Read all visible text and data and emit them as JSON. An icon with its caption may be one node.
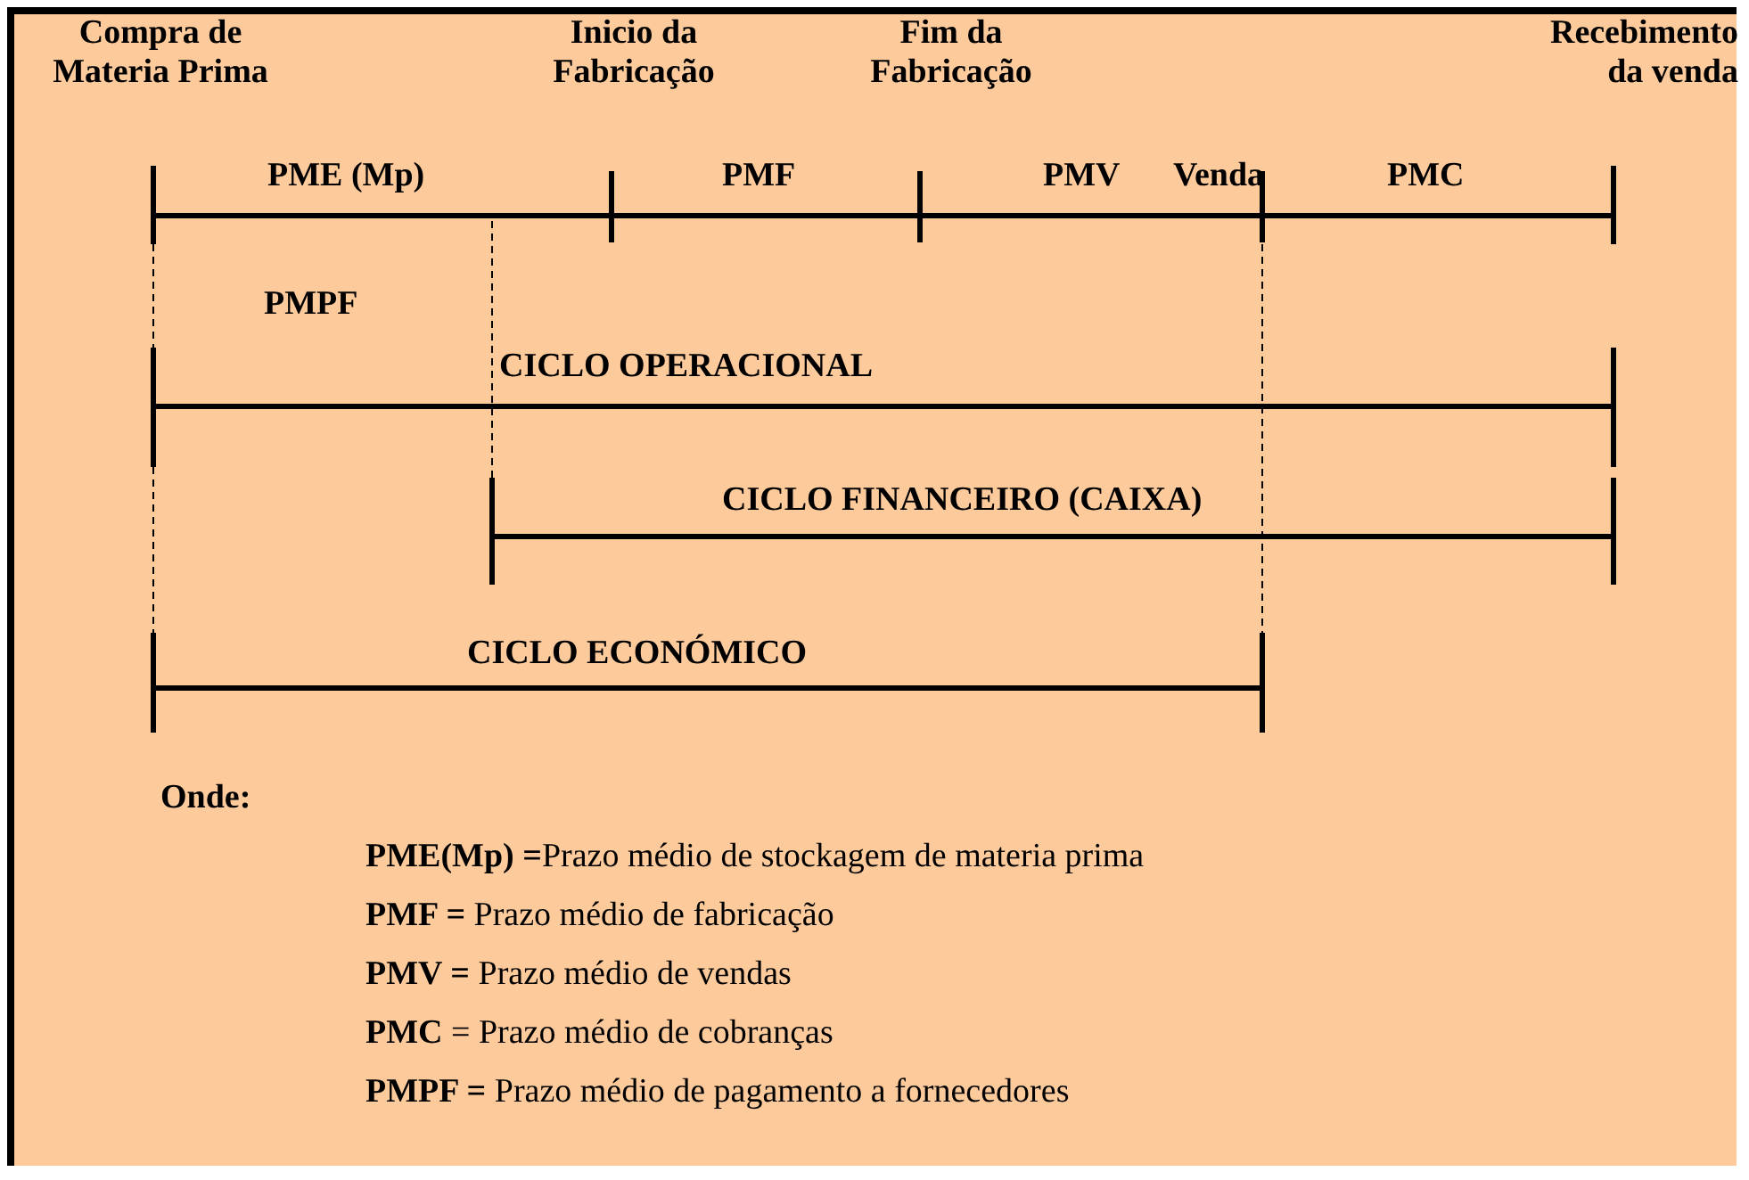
{
  "diagram": {
    "labels": [
      "Compra de Materia Prima",
      "Inicio da Fabricação",
      "Fim da Fabricação",
      "Venda",
      "Recebimento da venda",
      "PME (Mp)",
      "PMF",
      "PMV",
      "PMC",
      "PMPF",
      "CICLO OPERACIONAL",
      "CICLO FINANCEIRO (CAIXA)",
      "CICLO ECONÓMICO",
      "Onde:",
      "**PME(Mp) =**Prazo médio de stockagem de materia prima",
      "**PMF =** Prazo médio de fabricação",
      "**PMV =** Prazo médio de vendas",
      "**PMC** = Prazo médio de cobranças",
      "**PMPF =** Prazo médio de pagamento a fornecedores"
    ]
  }
}
